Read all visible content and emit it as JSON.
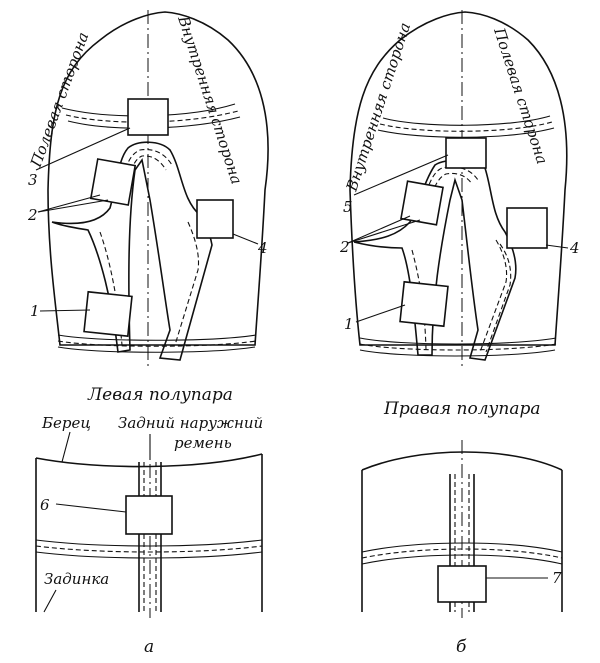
{
  "left_half": {
    "outer_side": "Полевая сторона",
    "inner_side": "Внутренняя сторона",
    "callouts": [
      "3",
      "2",
      "1",
      "4"
    ]
  },
  "right_half": {
    "inner_side": "Внутренняя сторона",
    "outer_side": "Полевая сторона",
    "callouts": [
      "5",
      "2",
      "1",
      "4"
    ]
  },
  "detail_a": {
    "caption": "Левая полупара",
    "label_beret": "Берец",
    "label_strap_line1": "Задний наружний",
    "label_strap_line2": "ремень",
    "label_heel": "Задинка",
    "callout": "6",
    "letter": "а"
  },
  "detail_b": {
    "caption": "Правая полупара",
    "callout": "7",
    "letter": "б"
  }
}
